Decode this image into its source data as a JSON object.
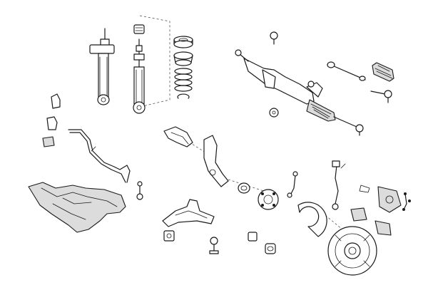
{
  "diagram": {
    "line_color": "#1a1a1a",
    "fill_color": "#ffffff",
    "shade_color": "#dcdcdc",
    "parts": [
      "shock-absorber-left",
      "shock-absorber-right",
      "strut-top-mount",
      "strut-bearing",
      "bump-stop",
      "coil-spring",
      "steering-rack",
      "tie-rod-inner",
      "tie-rod-end",
      "steering-boot",
      "anti-roll-bar",
      "anti-roll-bar-bush",
      "anti-roll-bar-link",
      "subframe",
      "upper-control-arm",
      "lower-control-arm",
      "control-arm-bush",
      "ball-joint",
      "steering-knuckle",
      "wheel-bearing",
      "wheel-hub",
      "brake-shield",
      "brake-disc",
      "brake-caliper",
      "brake-pads",
      "brake-hose",
      "abs-sensor",
      "wear-sensor"
    ]
  }
}
